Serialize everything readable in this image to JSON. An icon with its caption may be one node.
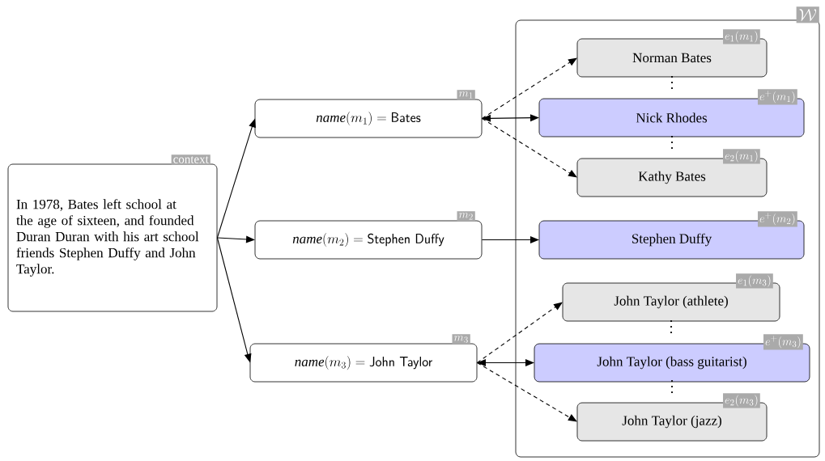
{
  "diagram": {
    "nodes": [
      {
        "text": [
          "context",
          "In 1978, Bates left school at the age of sixteen, and founded Duran Duran with his art school friends Stephen Duffy and John Taylor."
        ]
      },
      {
        "text": [
          "m_1",
          "\\mathit{name}(m_1) = \\textsf{Bates}"
        ]
      },
      {
        "text": [
          "m_2",
          "\\mathit{name}(m_2) = \\textsf{Stephen Duffy}"
        ]
      },
      {
        "text": [
          "m_3",
          "\\mathit{name}(m_3) = \\textsf{John Taylor}"
        ]
      },
      {
        "text": [
          "\\mathcal{W}"
        ]
      },
      {
        "text": [
          "e_1(m_1)",
          "Norman Bates"
        ],
        "in": 4
      },
      {
        "text": [
          "e^+(m_1)",
          "Nick Rhodes"
        ],
        "in": 4
      },
      {
        "text": [
          "e_2(m_1)",
          "Kathy Bates"
        ],
        "in": 4
      },
      {
        "text": [
          "e^+(m_2)",
          "Stephen Duffy"
        ],
        "in": 4
      },
      {
        "text": [
          "e_1(m_3)",
          "John Taylor (athlete)"
        ],
        "in": 4
      },
      {
        "text": [
          "e^+(m_3)",
          "John Taylor (bass guitarist)"
        ],
        "in": 4
      },
      {
        "text": [
          "e_2(m_3)",
          "John Taylor (jazz)"
        ],
        "in": 4
      }
    ],
    "edges": [
      {
        "from": 0,
        "to": 1,
        "arrow": "to"
      },
      {
        "from": 0,
        "to": 2,
        "arrow": "to"
      },
      {
        "from": 0,
        "to": 3,
        "arrow": "to"
      },
      {
        "from": 1,
        "to": 5,
        "arrow": "to",
        "style": "dashed"
      },
      {
        "from": 1,
        "to": 6,
        "arrow": "both"
      },
      {
        "from": 1,
        "to": 7,
        "arrow": "to",
        "style": "dashed"
      },
      {
        "from": 2,
        "to": 8,
        "arrow": "to"
      },
      {
        "from": 3,
        "to": 9,
        "arrow": "to",
        "style": "dashed"
      },
      {
        "from": 3,
        "to": 10,
        "arrow": "both"
      },
      {
        "from": 3,
        "to": 11,
        "arrow": "to",
        "style": "dashed"
      }
    ]
  }
}
